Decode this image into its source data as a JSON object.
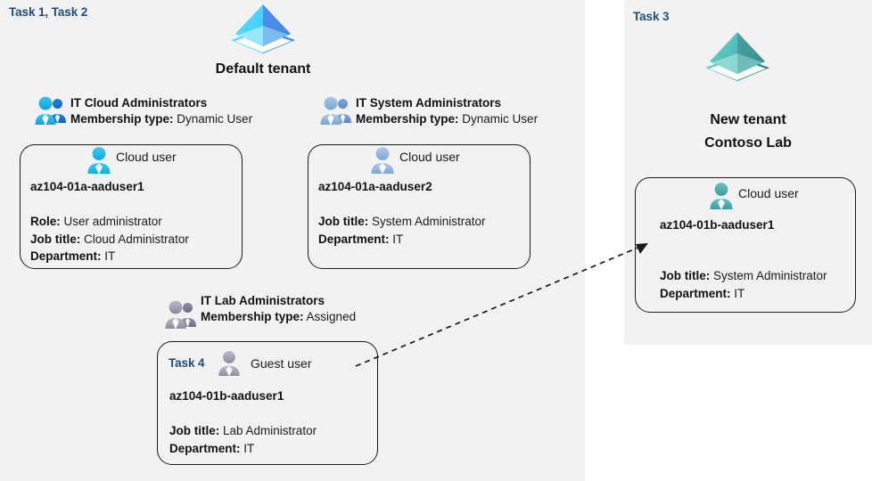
{
  "panels": [
    {
      "id": "default-tenant",
      "task_label": "Task 1, Task 2"
    },
    {
      "id": "new-tenant",
      "task_label": "Task 3"
    }
  ],
  "tenants": [
    {
      "name": "Default tenant",
      "icon": "azure-ad-tenant-icon",
      "color": "#40b9f0"
    },
    {
      "name_line1": "New  tenant",
      "name_line2": "Contoso Lab",
      "icon": "azure-ad-tenant-icon",
      "color": "#4eb5b0"
    }
  ],
  "groups": [
    {
      "title": "IT Cloud Administrators",
      "membership_label": "Membership type:",
      "membership_value": "Dynamic User",
      "icon": "group-users-icon",
      "icon_color": "#2aa8e0"
    },
    {
      "title": "IT System Administrators",
      "membership_label": "Membership type:",
      "membership_value": "Dynamic User",
      "icon": "group-users-icon",
      "icon_color": "#8fb4d9"
    },
    {
      "title": "IT Lab Administrators",
      "membership_label": "Membership type:",
      "membership_value": "Assigned",
      "icon": "group-users-icon",
      "icon_color": "#9a9aa8"
    }
  ],
  "cards": [
    {
      "user_type": "Cloud user",
      "user_icon": "cloud-user-icon",
      "icon_color": "#29b6e8",
      "username": "az104-01a-aaduser1",
      "attrs": [
        {
          "label": "Role:",
          "value": "User administrator"
        },
        {
          "label": "Job title:",
          "value": "Cloud Administrator"
        },
        {
          "label": "Department:",
          "value": "IT"
        }
      ]
    },
    {
      "user_type": "Cloud user",
      "user_icon": "cloud-user-icon",
      "icon_color": "#8fb4d9",
      "username": "az104-01a-aaduser2",
      "attrs": [
        {
          "label": "Job title:",
          "value": "System Administrator"
        },
        {
          "label": "Department:",
          "value": "IT"
        }
      ]
    },
    {
      "task_label": "Task 4",
      "user_type": "Guest user",
      "user_icon": "guest-user-icon",
      "icon_color": "#a0a0ae",
      "username": "az104-01b-aaduser1",
      "attrs": [
        {
          "label": "Job title:",
          "value": "Lab Administrator"
        },
        {
          "label": "Department:",
          "value": "IT"
        }
      ]
    },
    {
      "user_type": "Cloud user",
      "user_icon": "cloud-user-icon",
      "icon_color": "#4aadaa",
      "username": "az104-01b-aaduser1",
      "attrs": [
        {
          "label": "Job title:",
          "value": "System Administrator"
        },
        {
          "label": "Department:",
          "value": "IT"
        }
      ]
    }
  ],
  "connector": {
    "name": "guest-user-invite-arrow",
    "style": "dashed",
    "color": "#1a1a1a",
    "from": "az104-01b-aaduser1 guest user card",
    "to": "az104-01b-aaduser1 cloud user card"
  }
}
